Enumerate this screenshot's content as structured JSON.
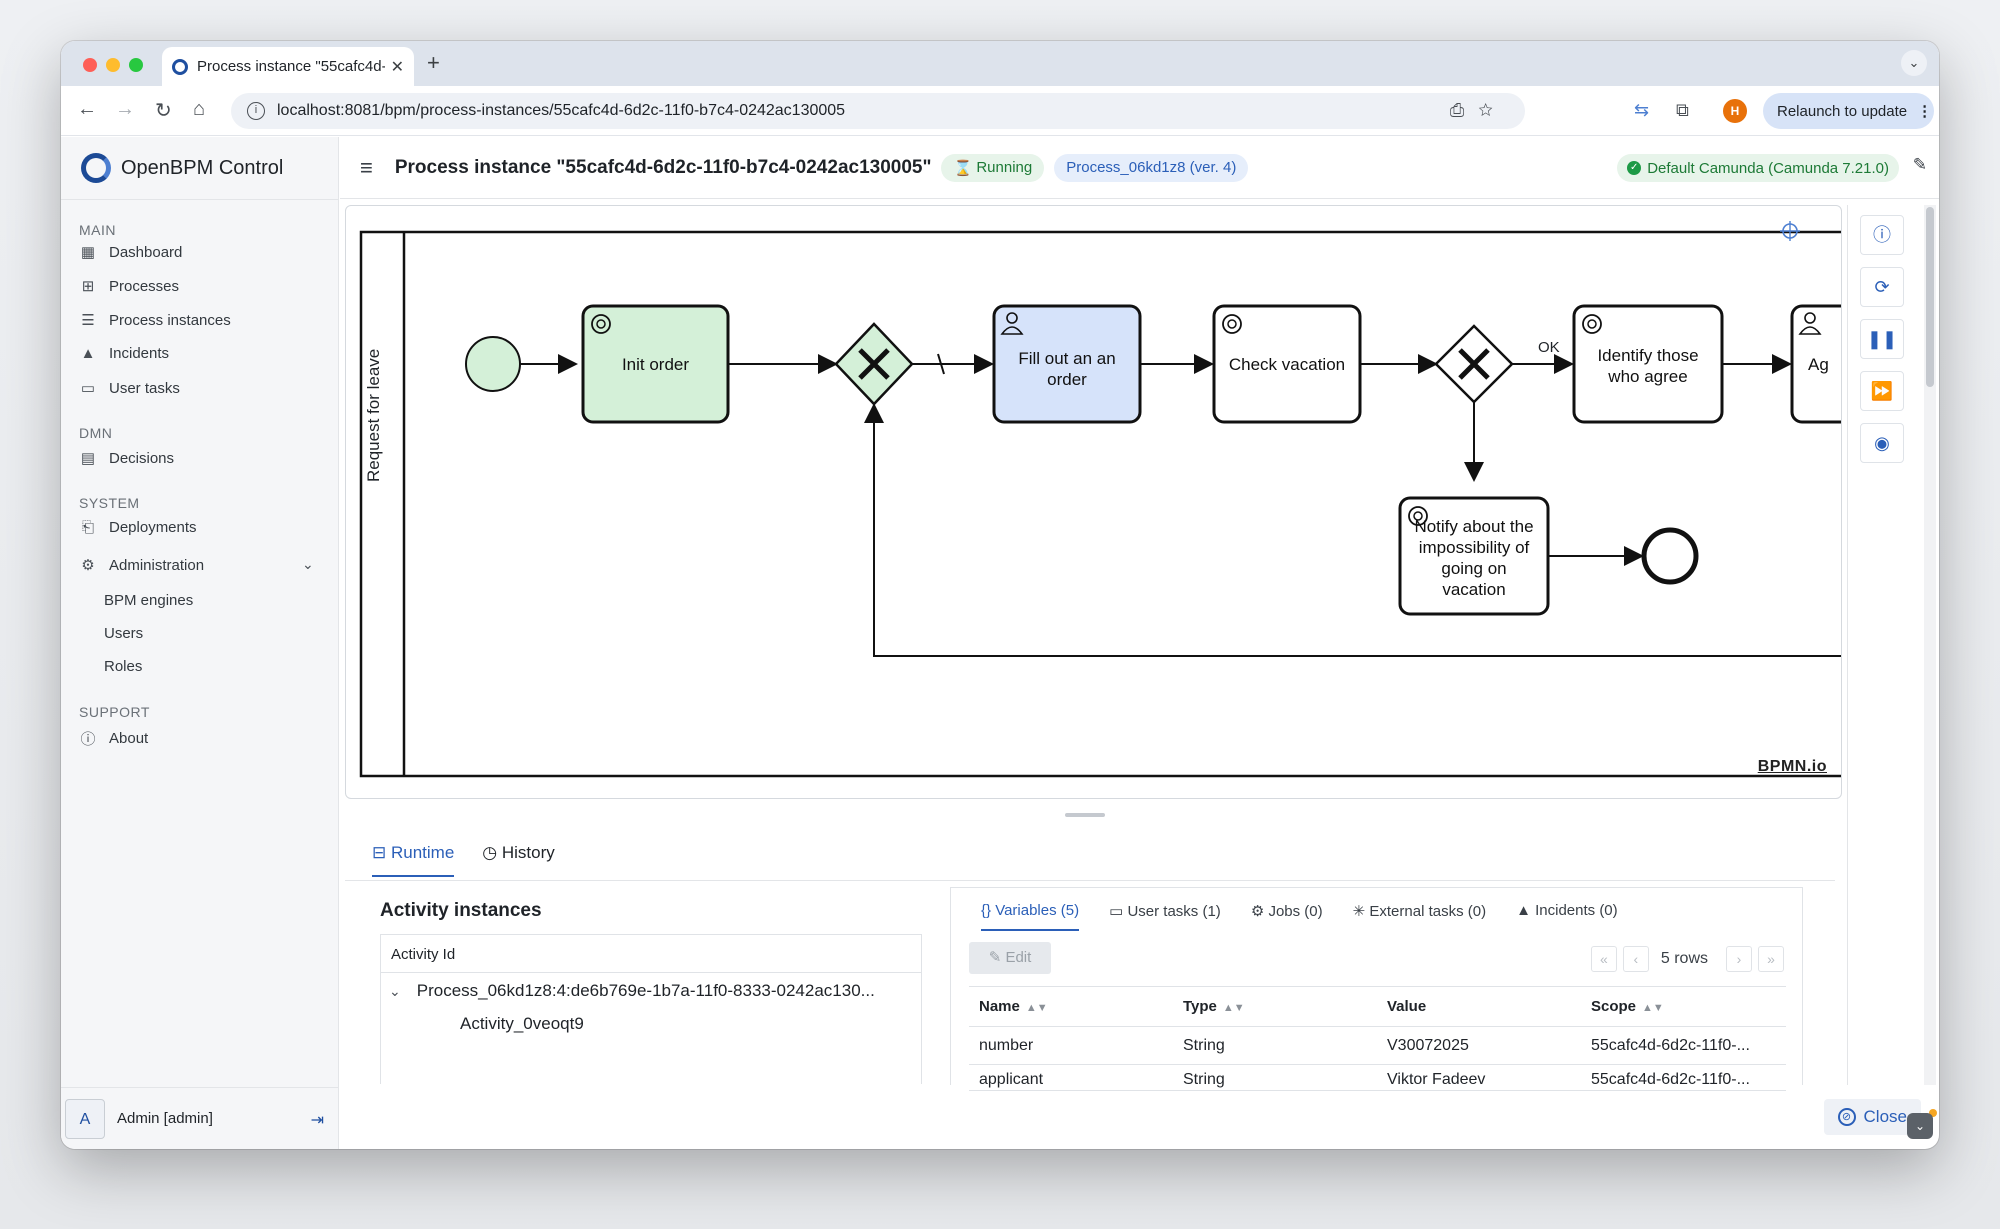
{
  "browser": {
    "tab_title": "Process instance \"55cafc4d-",
    "url": "localhost:8081/bpm/process-instances/55cafc4d-6d2c-11f0-b7c4-0242ac130005",
    "relaunch_label": "Relaunch to update",
    "profile_initial": "H"
  },
  "sidebar": {
    "brand": "OpenBPM Control",
    "sections": {
      "main": "MAIN",
      "dmn": "DMN",
      "system": "SYSTEM",
      "support": "SUPPORT"
    },
    "items": {
      "dashboard": "Dashboard",
      "processes": "Processes",
      "process_instances": "Process instances",
      "incidents": "Incidents",
      "user_tasks": "User tasks",
      "decisions": "Decisions",
      "deployments": "Deployments",
      "administration": "Administration",
      "bpm_engines": "BPM engines",
      "users": "Users",
      "roles": "Roles",
      "about": "About"
    },
    "user": {
      "avatar": "A",
      "name": "Admin [admin]"
    }
  },
  "header": {
    "title": "Process instance \"55cafc4d-6d2c-11f0-b7c4-0242ac130005\"",
    "status": "Running",
    "process": "Process_06kd1z8 (ver. 4)",
    "engine": "Default Camunda (Camunda 7.21.0)"
  },
  "diagram": {
    "lane": "Request for leave",
    "ok_label": "OK",
    "watermark": "BPMN.io",
    "tasks": {
      "init_order": "Init order",
      "fill_out": "Fill out an an order",
      "check_vacation": "Check vacation",
      "identify": "Identify those who agree",
      "notify": "Notify about the impossibility of going on vacation",
      "partial": "Ag"
    }
  },
  "tabs": {
    "runtime": "Runtime",
    "history": "History"
  },
  "activity_instances": {
    "title": "Activity instances",
    "column": "Activity Id",
    "rows": [
      "Process_06kd1z8:4:de6b769e-1b7a-11f0-8333-0242ac130...",
      "Activity_0veoqt9"
    ]
  },
  "variables_panel": {
    "sub_tabs": {
      "variables": "Variables (5)",
      "user_tasks": "User tasks (1)",
      "jobs": "Jobs (0)",
      "external_tasks": "External tasks (0)",
      "incidents": "Incidents (0)"
    },
    "edit_label": "Edit",
    "rows_label": "5 rows",
    "columns": {
      "name": "Name",
      "type": "Type",
      "value": "Value",
      "scope": "Scope"
    },
    "rows": [
      {
        "name": "number",
        "type": "String",
        "value": "V30072025",
        "scope": "55cafc4d-6d2c-11f0-..."
      },
      {
        "name": "applicant",
        "type": "String",
        "value": "Viktor Fadeev",
        "scope": "55cafc4d-6d2c-11f0-..."
      }
    ]
  },
  "close_label": "Close",
  "colors": {
    "accent": "#2b5fb8",
    "running": "#1d7a36",
    "completed_task": "#d4f0d8",
    "active_task": "#d6e3fa"
  }
}
